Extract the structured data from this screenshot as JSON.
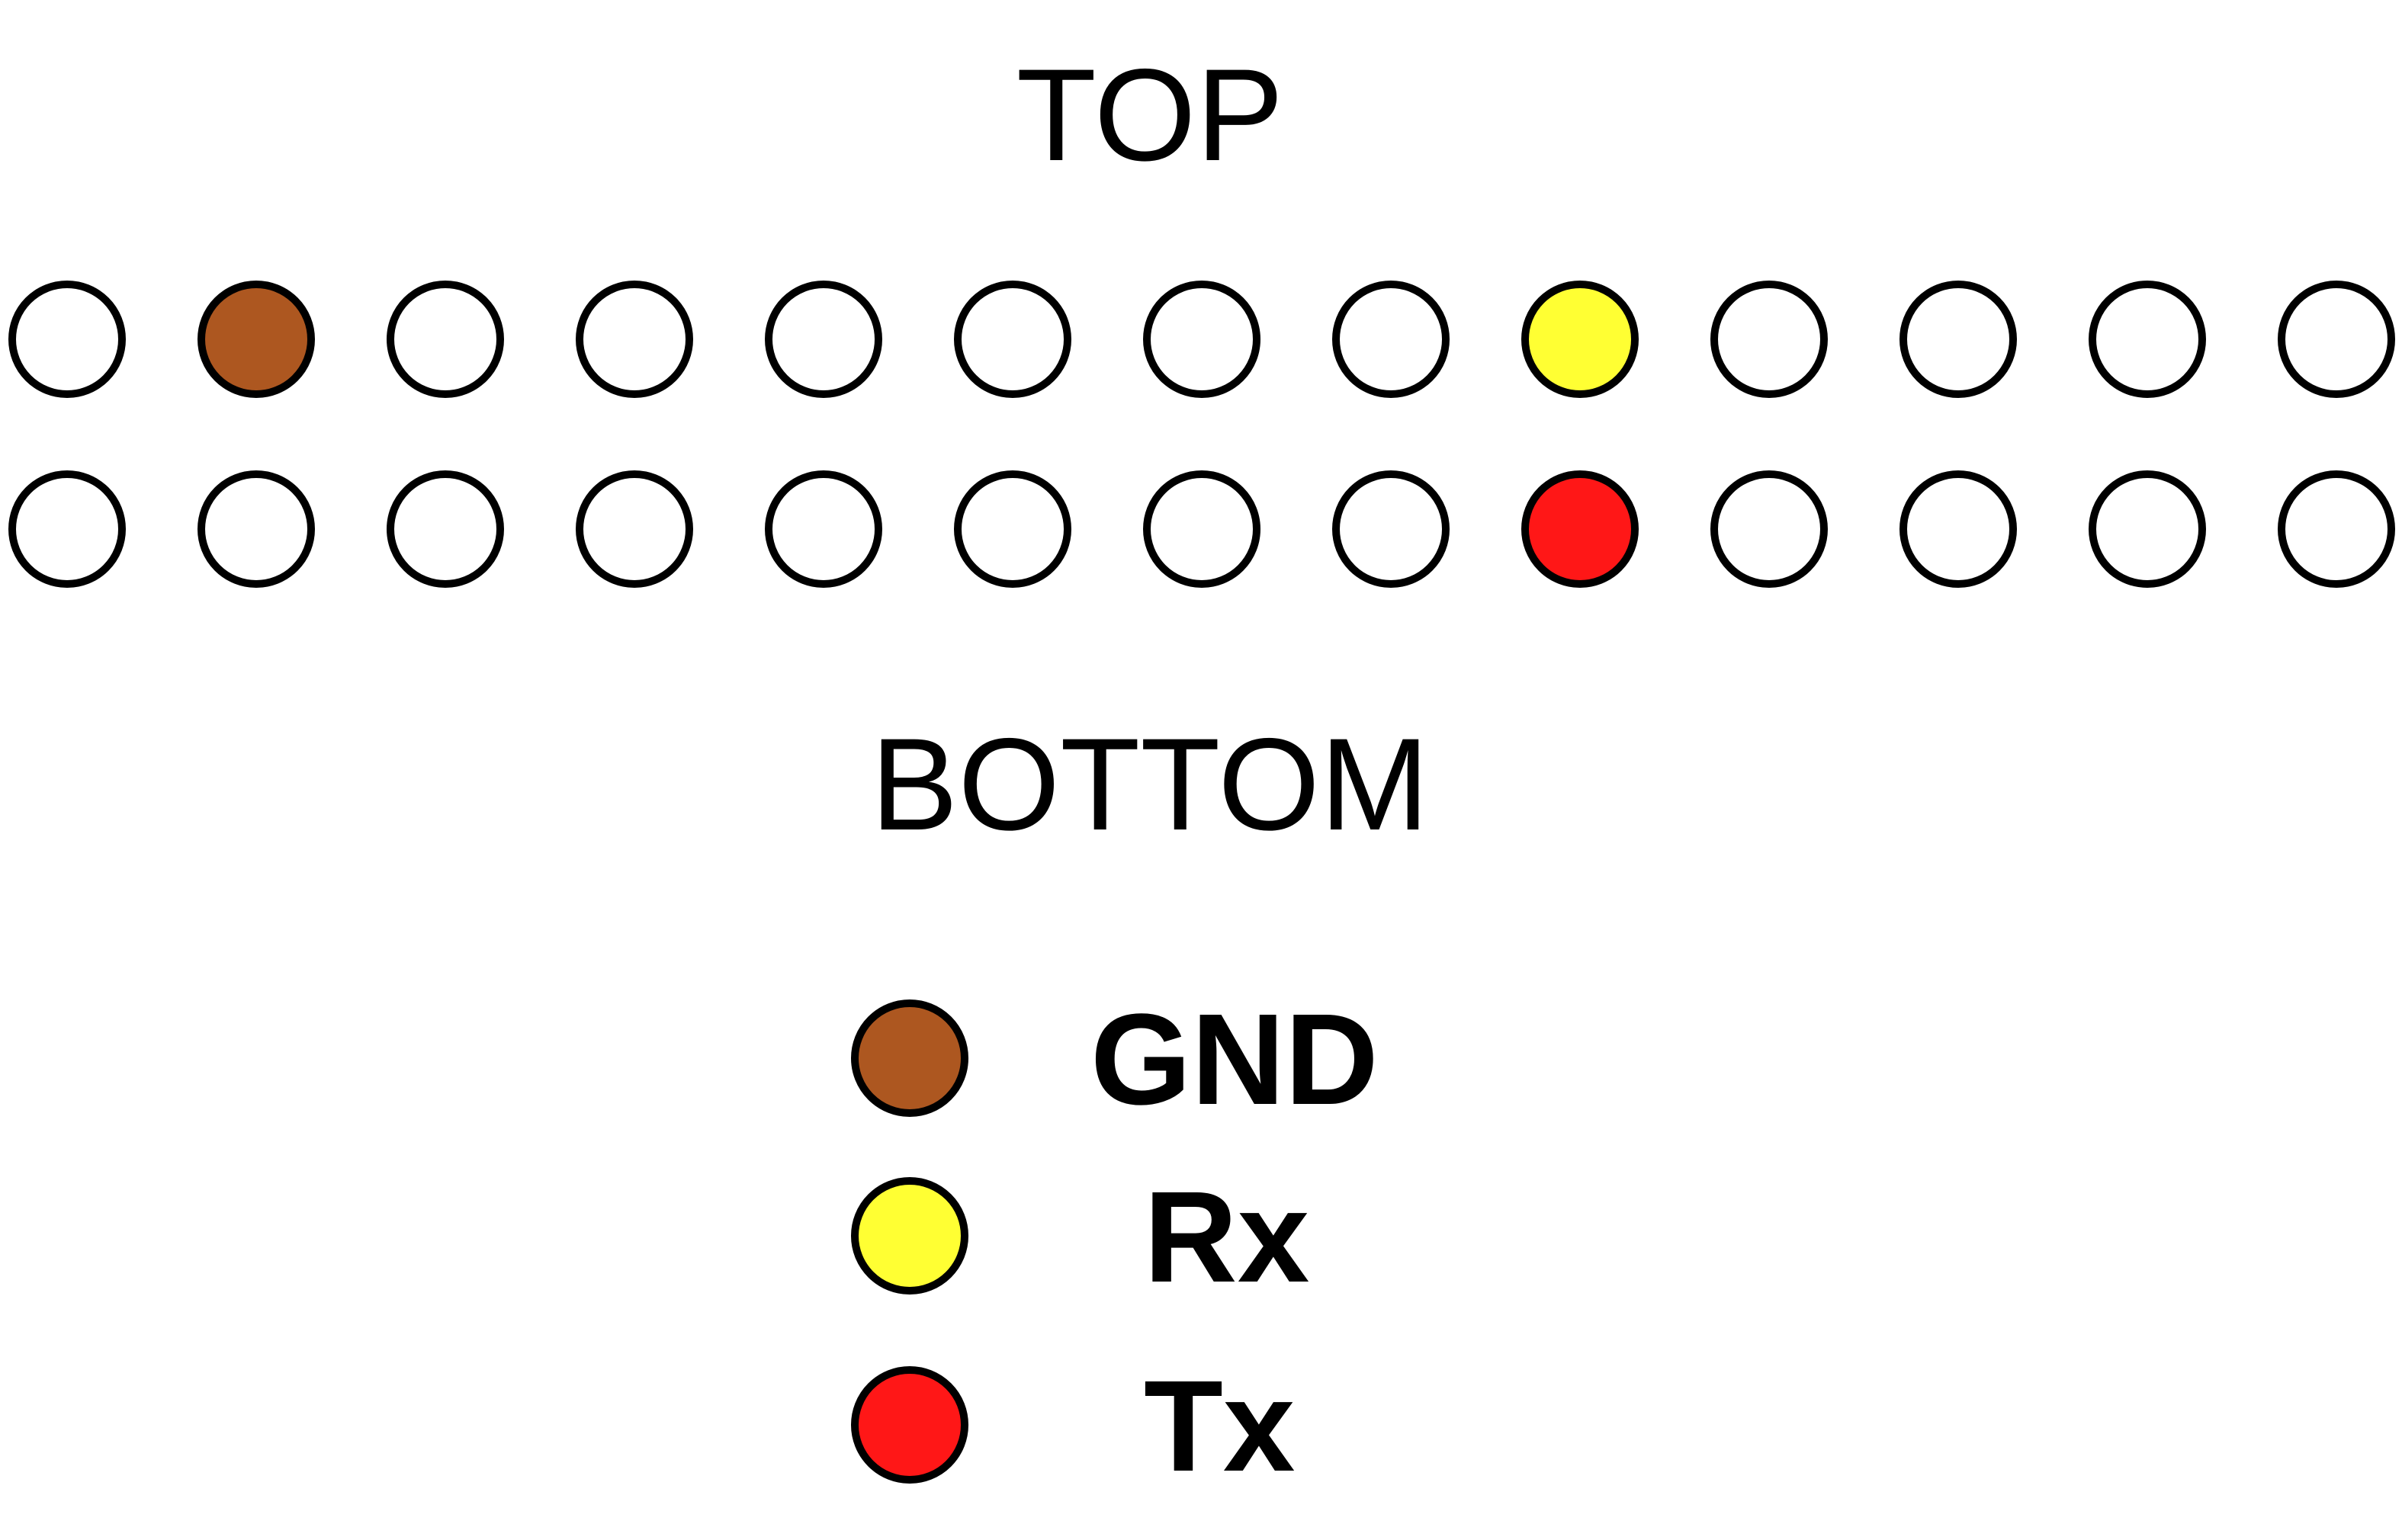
{
  "labels": {
    "top": "TOP",
    "bottom": "BOTTOM"
  },
  "connector": {
    "columns": 13,
    "rows": [
      {
        "name": "top",
        "pins": [
          "",
          "gnd",
          "",
          "",
          "",
          "",
          "",
          "",
          "rx",
          "",
          "",
          "",
          ""
        ]
      },
      {
        "name": "bottom",
        "pins": [
          "",
          "",
          "",
          "",
          "",
          "",
          "",
          "",
          "tx",
          "",
          "",
          "",
          ""
        ]
      }
    ]
  },
  "legend": [
    {
      "key": "gnd",
      "label": "GND",
      "color": "#AD5720"
    },
    {
      "key": "rx",
      "label": "Rx",
      "color": "#FFFF33"
    },
    {
      "key": "tx",
      "label": "Tx",
      "color": "#FF1717"
    }
  ],
  "colors": {
    "empty_pin": "#FFFFFF",
    "outline": "#000000"
  }
}
